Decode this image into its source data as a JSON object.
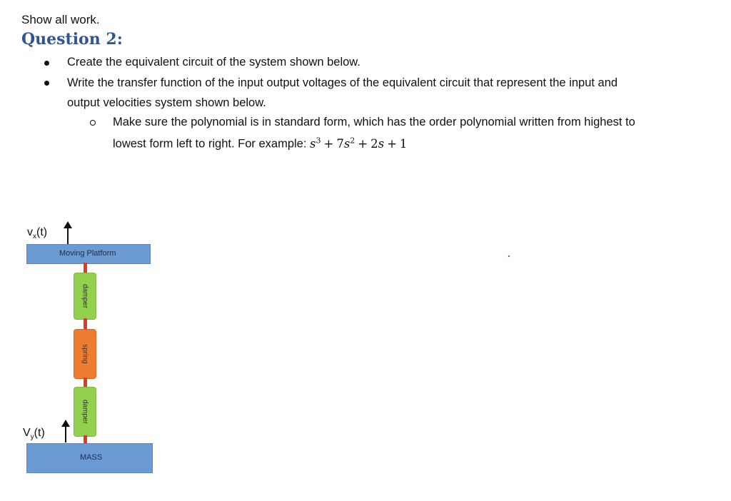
{
  "header": {
    "instruction": "Show all work.",
    "question_title": "Question 2:"
  },
  "bullets": [
    "Create the equivalent circuit of the system shown below.",
    "Write the transfer function of the input output voltages of the equivalent circuit that represent the input and",
    "output velocities system shown below."
  ],
  "sub_bullet": {
    "line1": "Make sure the polynomial is in standard form, which has the order polynomial written from highest to",
    "line2": "lowest form left to right.  For example: "
  },
  "example_polynomial": {
    "t1_base": "s",
    "t1_exp": "3",
    "op1": "+",
    "t2_coef": "7",
    "t2_base": "s",
    "t2_exp": "2",
    "op2": "+",
    "t3_coef": "2",
    "t3_base": "s",
    "op3": "+",
    "t4": "1"
  },
  "diagram": {
    "input_label": {
      "base": "v",
      "sub": "x",
      "arg": "(t)"
    },
    "output_label": {
      "base": "V",
      "sub": "y",
      "arg": "(t)"
    },
    "platform_label": "Moving Platform",
    "mass_label": "MASS",
    "elements": [
      "damper",
      "spring",
      "damper"
    ],
    "colors": {
      "platform": "#6b9bd2",
      "damper": "#92d050",
      "spring": "#ed7d31",
      "rod": "#e23a2a"
    }
  }
}
